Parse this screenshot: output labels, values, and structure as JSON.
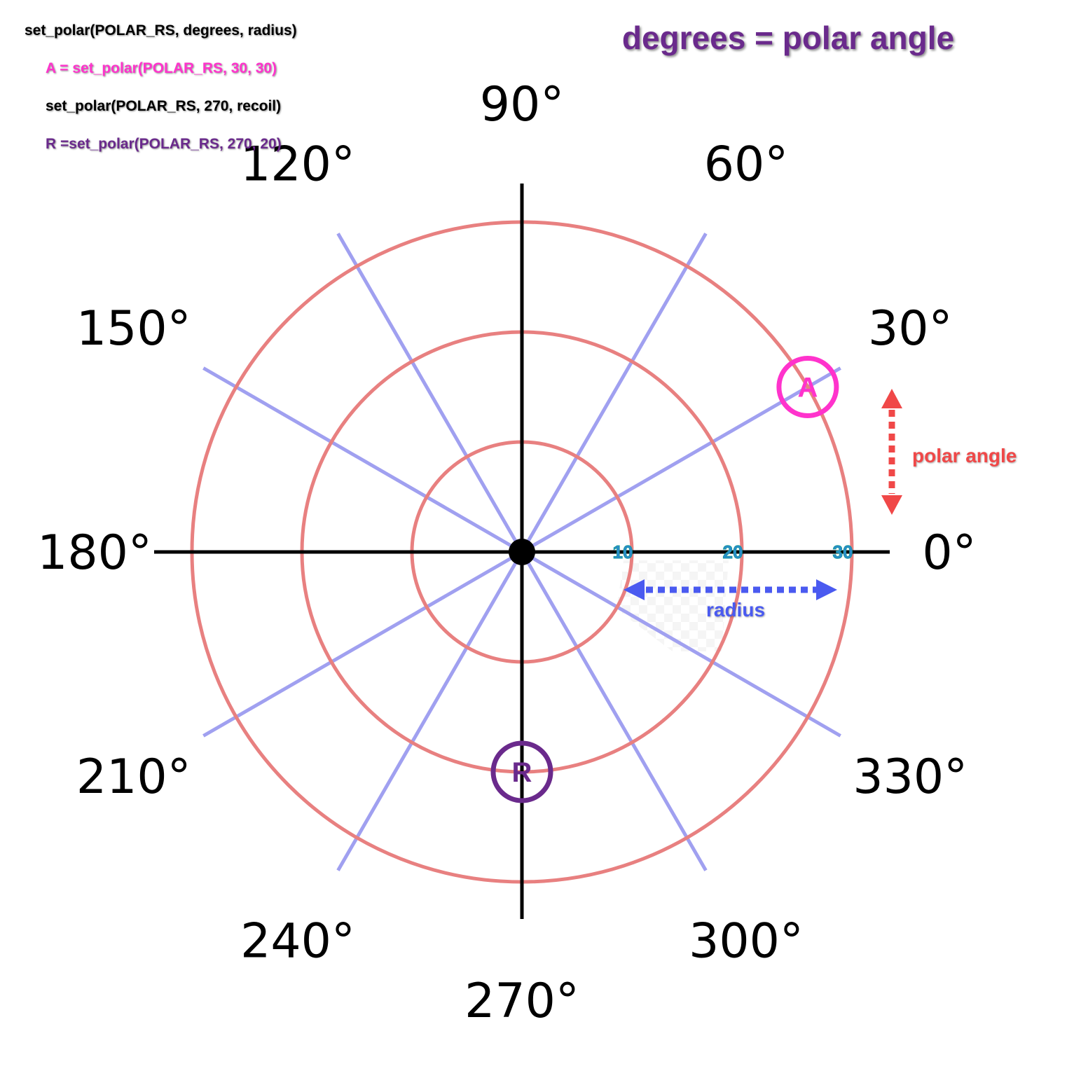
{
  "code_lines": [
    {
      "text": "set_polar(POLAR_RS, degrees, radius)",
      "color": "#000000"
    },
    {
      "text": "A = set_polar(POLAR_RS, 30,  30)",
      "color": "#ff33cc"
    },
    {
      "text": "set_polar(POLAR_RS, 270, recoil)",
      "color": "#000000"
    },
    {
      "text": "R =set_polar(POLAR_RS, 270, 20)",
      "color": "#6a2a8c"
    }
  ],
  "title": {
    "text": "degrees = polar angle",
    "color": "#6a2a8c"
  },
  "angle_labels": [
    "0°",
    "30°",
    "60°",
    "90°",
    "120°",
    "150°",
    "180°",
    "210°",
    "240°",
    "270°",
    "300°",
    "330°"
  ],
  "radius_ticks": [
    "10",
    "20",
    "30"
  ],
  "annotations": {
    "polar_angle": {
      "text": "polar angle",
      "color": "#f04848"
    },
    "radius": {
      "text": "radius",
      "color": "#4a5af0"
    }
  },
  "points": [
    {
      "label": "A",
      "angle": 30,
      "radius": 30,
      "color": "#ff33cc"
    },
    {
      "label": "R",
      "angle": 270,
      "radius": 20,
      "color": "#6a2a8c"
    }
  ],
  "colors": {
    "circle": "#e88080",
    "spoke": "#a0a0f0",
    "axis": "#000000",
    "tick_fill": "#2a8ad0",
    "tick_stroke": "#1a9a9a"
  }
}
